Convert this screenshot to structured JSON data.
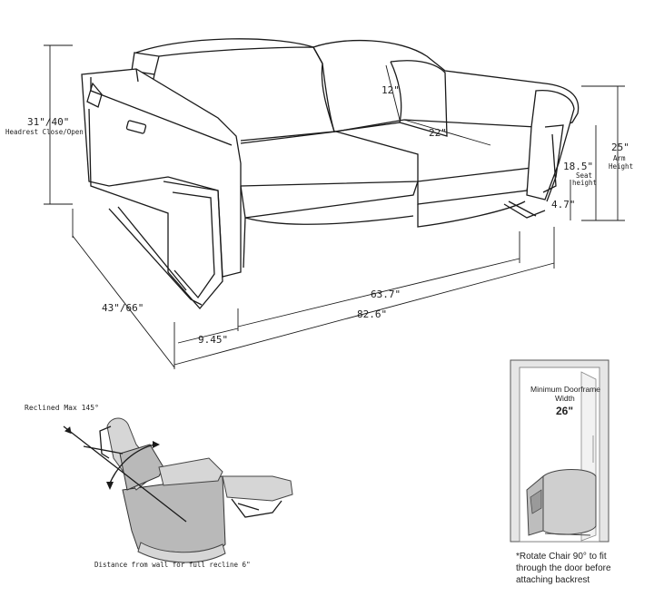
{
  "dimensions": {
    "headrest_height": "31\"/40\"",
    "headrest_caption": "Headrest Close/Open",
    "headrest_depth": "12\"",
    "seat_depth": "22\"",
    "arm_height": "25\"",
    "arm_height_caption_1": "Arm",
    "arm_height_caption_2": "Height",
    "seat_height": "18.5\"",
    "seat_height_caption_1": "Seat",
    "seat_height_caption_2": "height",
    "leg_height": "4.7\"",
    "depth": "43\"/66\"",
    "seat_width": "63.7\"",
    "total_width": "82.6\"",
    "arm_width": "9.45\""
  },
  "recline": {
    "angle_label": "Reclined Max 145°",
    "wall_distance_label": "Distance from wall for full recline 6\""
  },
  "doorframe": {
    "title_line1": "Minimum Doorframe",
    "title_line2": "Width",
    "width_value": "26\"",
    "note_line1": "*Rotate Chair 90° to fit",
    "note_line2": "through the door before",
    "note_line3": "attaching backrest"
  }
}
